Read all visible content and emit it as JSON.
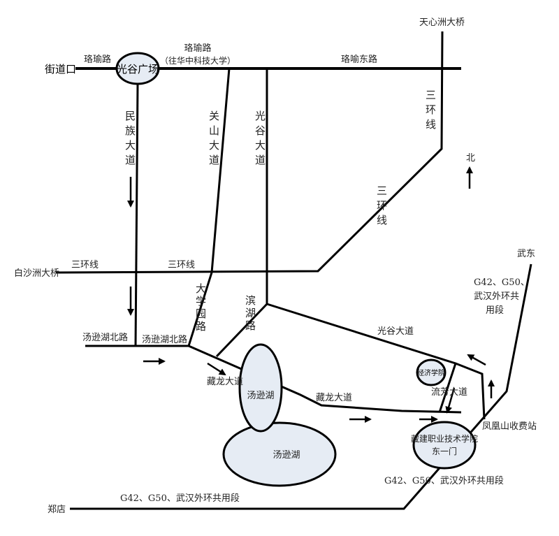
{
  "places": {
    "jiedaokou": "街道口",
    "guanggu_square": "光谷广场",
    "tianxinzhou": "天心洲大桥",
    "baishazhou": "白沙洲大桥",
    "wudong": "武东",
    "zhengdian": "郑店",
    "tangxun_lake_small": "汤逊湖",
    "tangxun_lake_big": "汤逊湖",
    "economics_college": "经济学院",
    "school_gate_line1": "藏建职业技术学院",
    "school_gate_line2": "东一门",
    "toll_station": "凤凰山收费站",
    "north": "北"
  },
  "roads": {
    "luoyu_left": "珞瑜路",
    "luoyu_mid": "珞瑜路",
    "luoyu_mid_note": "（往华中科技大学）",
    "luoyu_east": "珞喻东路",
    "minzu": "民族大道",
    "guanshan": "关山大道",
    "guanggu_v": "光谷大道",
    "ring3_top": "三环线",
    "ring3_diag": "三环线",
    "ring3_left": "三环线",
    "ring3_mid": "三环线",
    "tangxun_north_1": "汤逊湖北路",
    "tangxun_north_2": "汤逊湖北路",
    "daxueyuan": "大学园路",
    "binhu": "滨湖路",
    "guanggu_diag": "光谷大道",
    "canglong_1": "藏龙大道",
    "canglong_2": "藏龙大道",
    "liufang": "流芳大道",
    "g42_right_1": "G42、G50、",
    "g42_right_2": "武汉外环共",
    "g42_right_3": "用段",
    "g42_bottom_right": "G42、G50、武汉外环共用段",
    "g42_bottom_left": "G42、G50、武汉外环共用段"
  }
}
